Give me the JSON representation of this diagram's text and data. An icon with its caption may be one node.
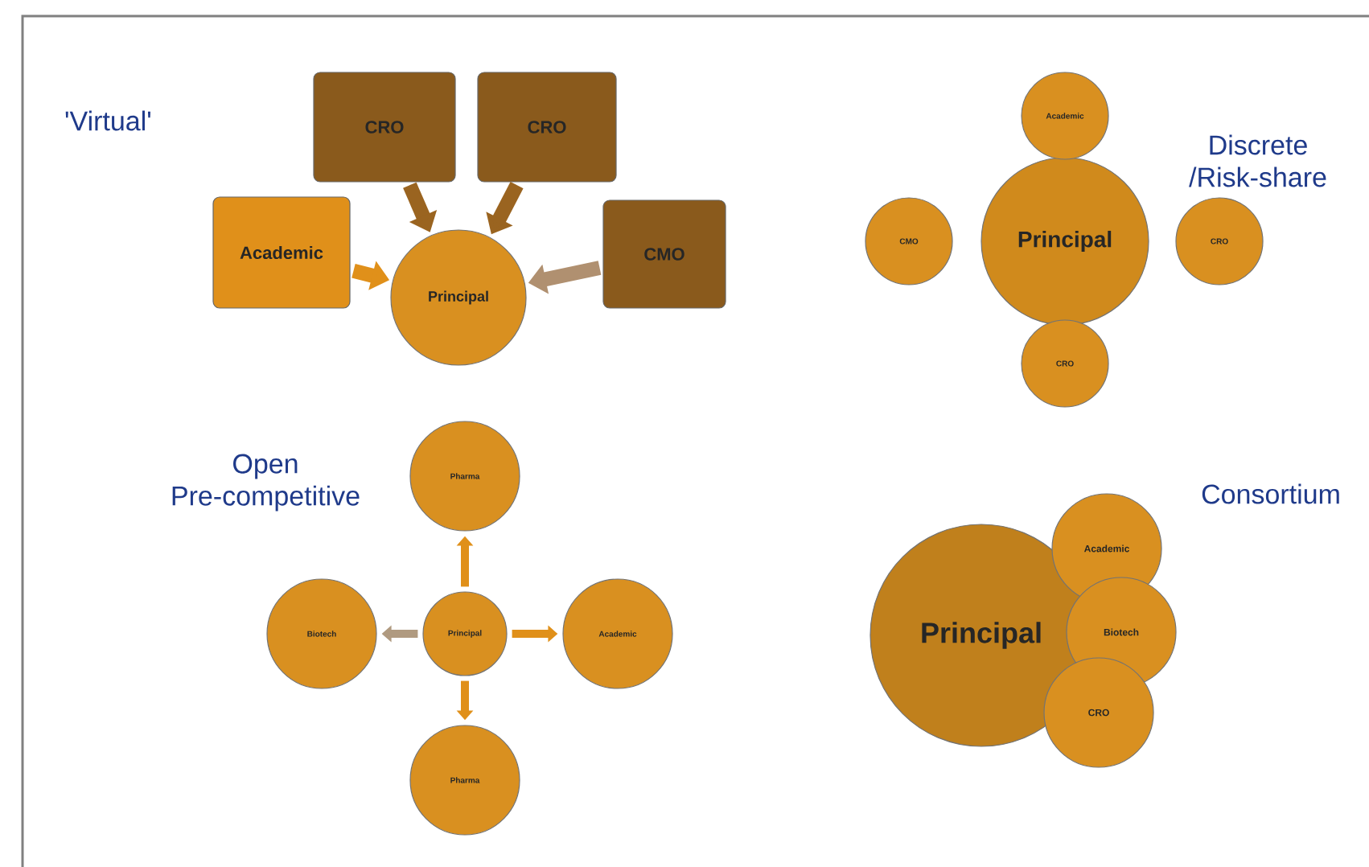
{
  "diagram": {
    "nodes": [
      {
        "text": [
          "CRO"
        ]
      },
      {
        "text": [
          "CRO"
        ]
      },
      {
        "text": [
          "Academic"
        ]
      },
      {
        "text": [
          "CMO"
        ]
      },
      {
        "text": [
          "Principal"
        ]
      },
      {
        "text": [
          "Principal"
        ]
      },
      {
        "text": [
          "Academic"
        ]
      },
      {
        "text": [
          "CMO"
        ]
      },
      {
        "text": [
          "CRO"
        ]
      },
      {
        "text": [
          "CRO"
        ]
      },
      {
        "text": [
          "Pharma"
        ]
      },
      {
        "text": [
          "Biotech"
        ]
      },
      {
        "text": [
          "Principal"
        ]
      },
      {
        "text": [
          "Academic"
        ]
      },
      {
        "text": [
          "Pharma"
        ]
      },
      {
        "text": [
          "Principal"
        ]
      },
      {
        "text": [
          "Academic"
        ]
      },
      {
        "text": [
          "Biotech"
        ]
      },
      {
        "text": [
          "CRO"
        ]
      }
    ],
    "edges": [
      {
        "from": 0,
        "to": 4,
        "arrow": "to",
        "style": "thick",
        "color": "#9a6420"
      },
      {
        "from": 1,
        "to": 4,
        "arrow": "to",
        "style": "thick",
        "color": "#9a6420"
      },
      {
        "from": 2,
        "to": 4,
        "arrow": "to",
        "style": "thick"
      },
      {
        "from": 3,
        "to": 4,
        "arrow": "to",
        "style": "thick",
        "color": "#b09070"
      },
      {
        "from": 12,
        "to": 10,
        "arrow": "to"
      },
      {
        "from": 12,
        "to": 11,
        "arrow": "to",
        "color": "#b09a80"
      },
      {
        "from": 12,
        "to": 13,
        "arrow": "to"
      },
      {
        "from": 12,
        "to": 14,
        "arrow": "to"
      }
    ],
    "labels": [
      "'Virtual'",
      "Discrete /Risk-share",
      "Open Pre-competitive",
      "Consortium"
    ]
  }
}
